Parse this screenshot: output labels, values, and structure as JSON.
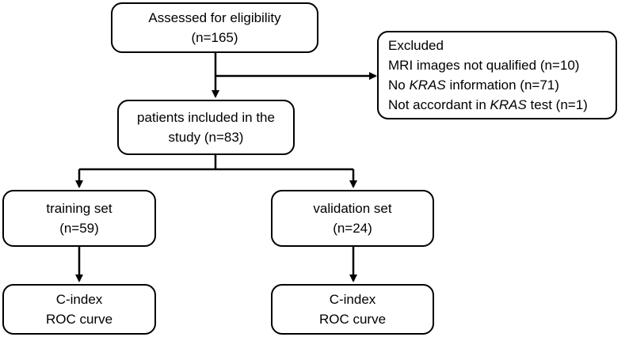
{
  "boxes": {
    "assessed": {
      "line1": "Assessed for eligibility",
      "line2": "(n=165)"
    },
    "excluded": {
      "title": "Excluded",
      "item1": "MRI images not qualified (n=10)",
      "item2_pre": "No ",
      "item2_kras": "KRAS",
      "item2_post": " information (n=71)",
      "item3_pre": "Not accordant in ",
      "item3_kras": "KRAS",
      "item3_post": " test (n=1)"
    },
    "included": {
      "line1": "patients included in the",
      "line2": "study (n=83)"
    },
    "training": {
      "line1": "training set",
      "line2": "(n=59)"
    },
    "validation": {
      "line1": "validation set",
      "line2": "(n=24)"
    },
    "training_result": {
      "line1": "C-index",
      "line2": "ROC curve"
    },
    "validation_result": {
      "line1": "C-index",
      "line2": "ROC curve"
    }
  }
}
